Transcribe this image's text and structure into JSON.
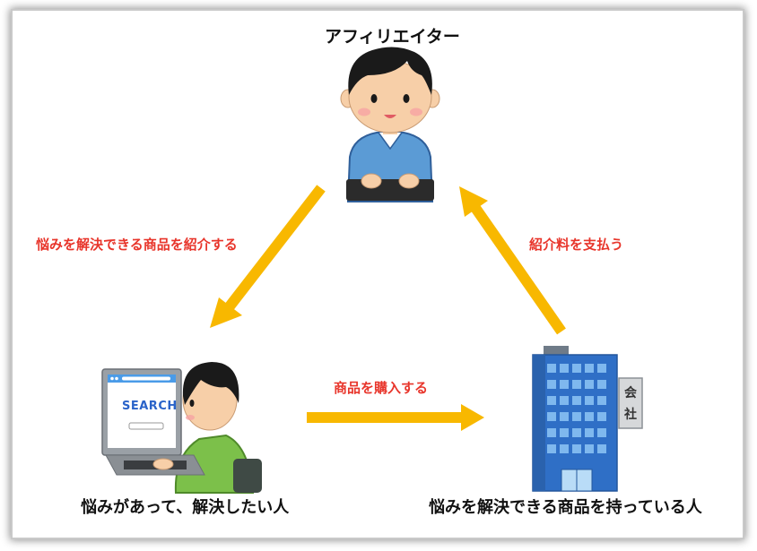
{
  "nodes": {
    "affiliate": "アフィリエイター",
    "consumer": "悩みがあって、解決したい人",
    "company": "悩みを解決できる商品を持っている人"
  },
  "edges": {
    "introduce": "悩みを解決できる商品を紹介する",
    "purchase": "商品を購入する",
    "fee": "紹介料を支払う"
  },
  "illustrations": {
    "search_text": "SEARCH",
    "company_sign": [
      "会",
      "社"
    ]
  },
  "colors": {
    "arrow": "#f8b800",
    "edge_text": "#e8352b"
  }
}
